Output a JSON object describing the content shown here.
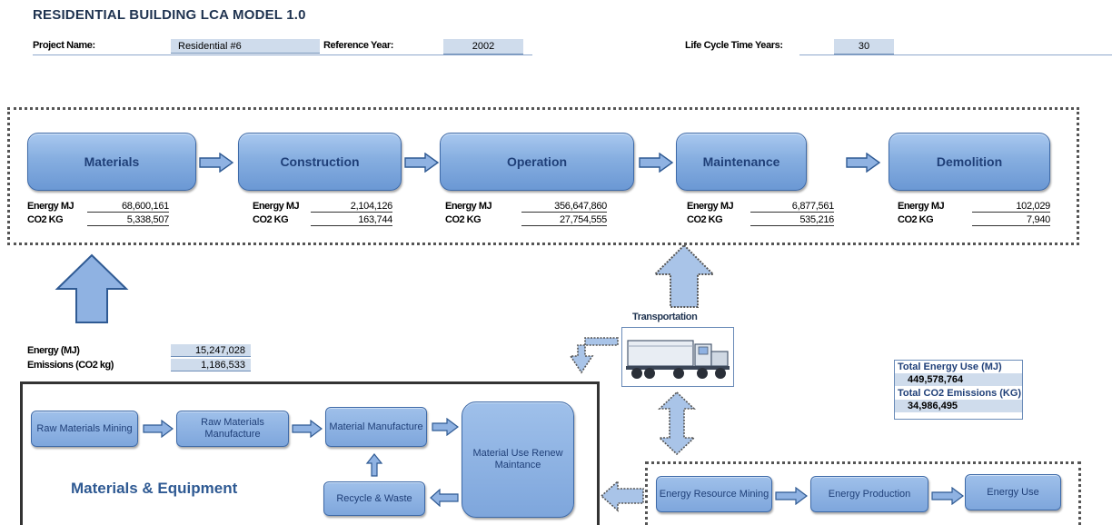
{
  "header": {
    "title": "RESIDENTIAL BUILDING LCA MODEL 1.0",
    "project_name_label": "Project Name:",
    "project_name_value": "Residential #6",
    "reference_year_label": "Reference Year:",
    "reference_year_value": "2002",
    "life_cycle_label": "Life Cycle Time Years:",
    "life_cycle_value": "30"
  },
  "stages": [
    {
      "name": "Materials",
      "energy_label": "Energy MJ",
      "energy": "68,600,161",
      "co2_label": "CO2 KG",
      "co2": "5,338,507"
    },
    {
      "name": "Construction",
      "energy_label": "Energy MJ",
      "energy": "2,104,126",
      "co2_label": "CO2 KG",
      "co2": "163,744"
    },
    {
      "name": "Operation",
      "energy_label": "Energy MJ",
      "energy": "356,647,860",
      "co2_label": "CO2 KG",
      "co2": "27,754,555"
    },
    {
      "name": "Maintenance",
      "energy_label": "Energy MJ",
      "energy": "6,877,561",
      "co2_label": "CO2 KG",
      "co2": "535,216"
    },
    {
      "name": "Demolition",
      "energy_label": "Energy MJ",
      "energy": "102,029",
      "co2_label": "CO2 KG",
      "co2": "7,940"
    }
  ],
  "materials_summary": {
    "energy_label": "Energy  (MJ)",
    "energy_value": "15,247,028",
    "emissions_label": "Emissions (CO2 kg)",
    "emissions_value": "1,186,533"
  },
  "materials_equipment": {
    "title": "Materials & Equipment",
    "raw_mining": "Raw Materials Mining",
    "raw_manufacture": "Raw Materials Manufacture",
    "material_manufacture": "Material Manufacture",
    "material_use": "Material Use Renew Maintance",
    "recycle": "Recycle & Waste"
  },
  "transportation": {
    "label": "Transportation"
  },
  "energy_chain": {
    "resource_mining": "Energy Resource Mining",
    "production": "Energy Production",
    "use": "Energy Use"
  },
  "totals": {
    "energy_label": "Total Energy Use (MJ)",
    "energy_value": "449,578,764",
    "co2_label": "Total CO2 Emissions (KG)",
    "co2_value": "34,986,495"
  },
  "colors": {
    "accent": "#6b98d4",
    "title": "#1f3350",
    "field": "#cfdcec"
  },
  "icons": {
    "arrow": "arrow-icon",
    "truck": "truck-icon"
  }
}
